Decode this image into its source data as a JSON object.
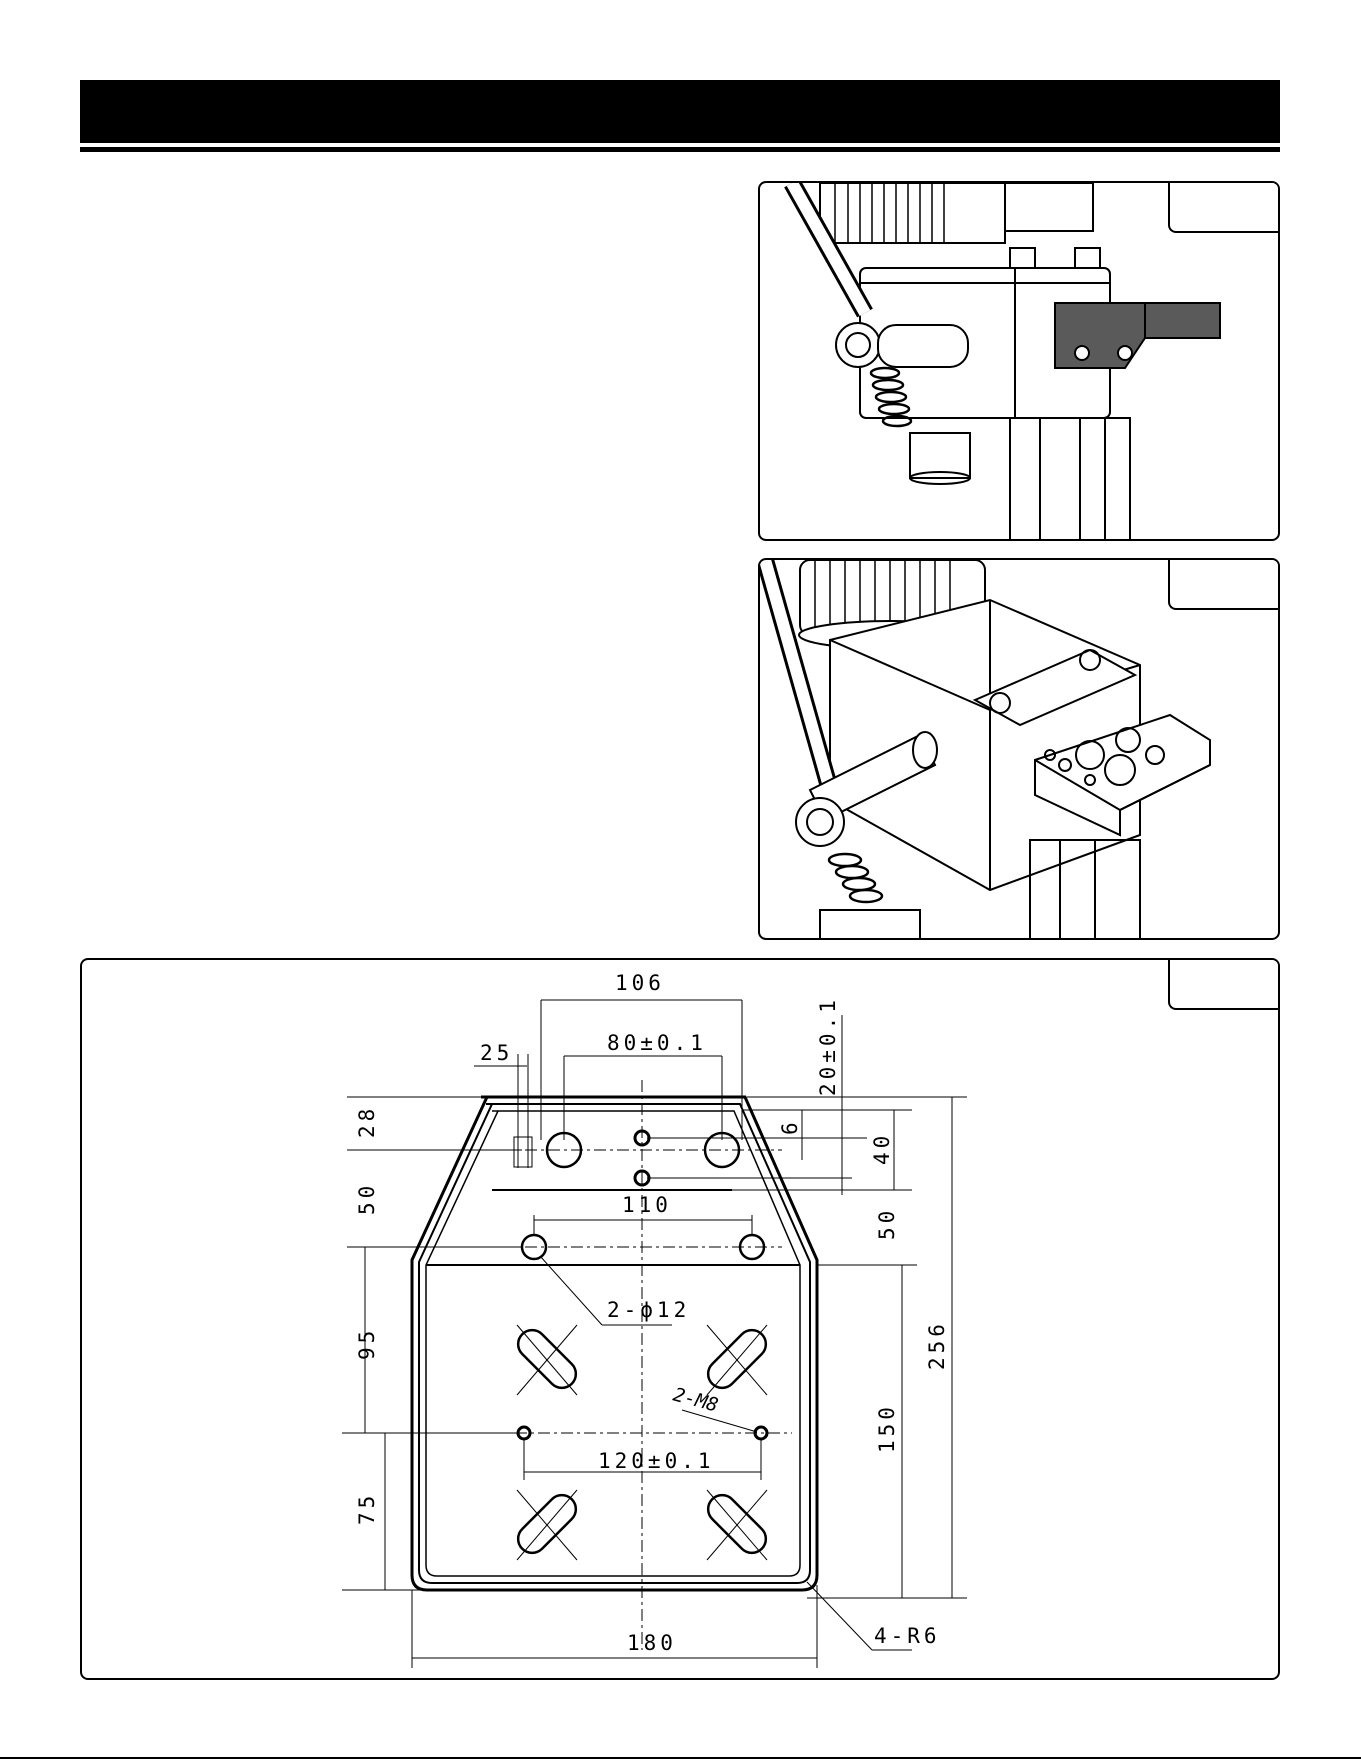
{
  "drawing": {
    "dims": {
      "d106": "106",
      "d80": "80±0.1",
      "d25": "25",
      "d20": "20±0.1",
      "d28": "28",
      "d6": "6",
      "d40": "40",
      "d110": "110",
      "d50_left": "50",
      "d50_right": "50",
      "d2phi12": "2-ϕ12",
      "d95": "95",
      "d256": "256",
      "d2m8": "2-M8",
      "d150": "150",
      "d120": "120±0.1",
      "d75": "75",
      "d180": "180",
      "d4r6": "4-R6"
    }
  },
  "colors": {
    "ink": "#000000",
    "paper": "#ffffff",
    "bracket_fill": "#5a5a5a"
  }
}
